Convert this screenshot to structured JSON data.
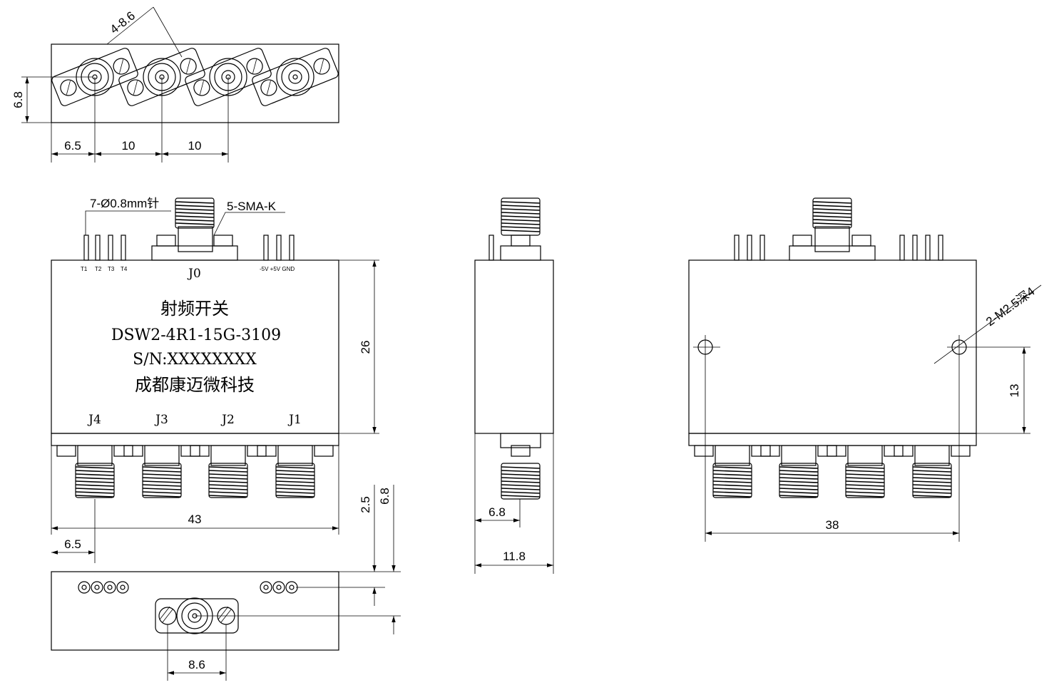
{
  "product": {
    "name": "射频开关",
    "model": "DSW2-4R1-15G-3109",
    "serial": "S/N:XXXXXXXX",
    "maker": "成都康迈微科技"
  },
  "ports": {
    "j0": "J0",
    "j1": "J1",
    "j2": "J2",
    "j3": "J3",
    "j4": "J4"
  },
  "pins": {
    "t1": "T1",
    "t2": "T2",
    "t3": "T3",
    "t4": "T4",
    "power": "-5V +5V GND"
  },
  "callouts": {
    "pins": "7-Ø0.8mm针",
    "connectors": "5-SMA-K",
    "mount_holes": "2-M2.5深4",
    "flange_holes": "4-8.6"
  },
  "dimensions": {
    "top_height": "6.8",
    "top_offset": "6.5",
    "top_pitch_a": "10",
    "top_pitch_b": "10",
    "front_height": "26",
    "front_width": "43",
    "front_offset": "6.5",
    "connector_a": "2.5",
    "connector_b": "6.8",
    "side_offset": "6.8",
    "side_width": "11.8",
    "back_hole_height": "13",
    "back_hole_span": "38",
    "bottom_flange": "8.6"
  }
}
